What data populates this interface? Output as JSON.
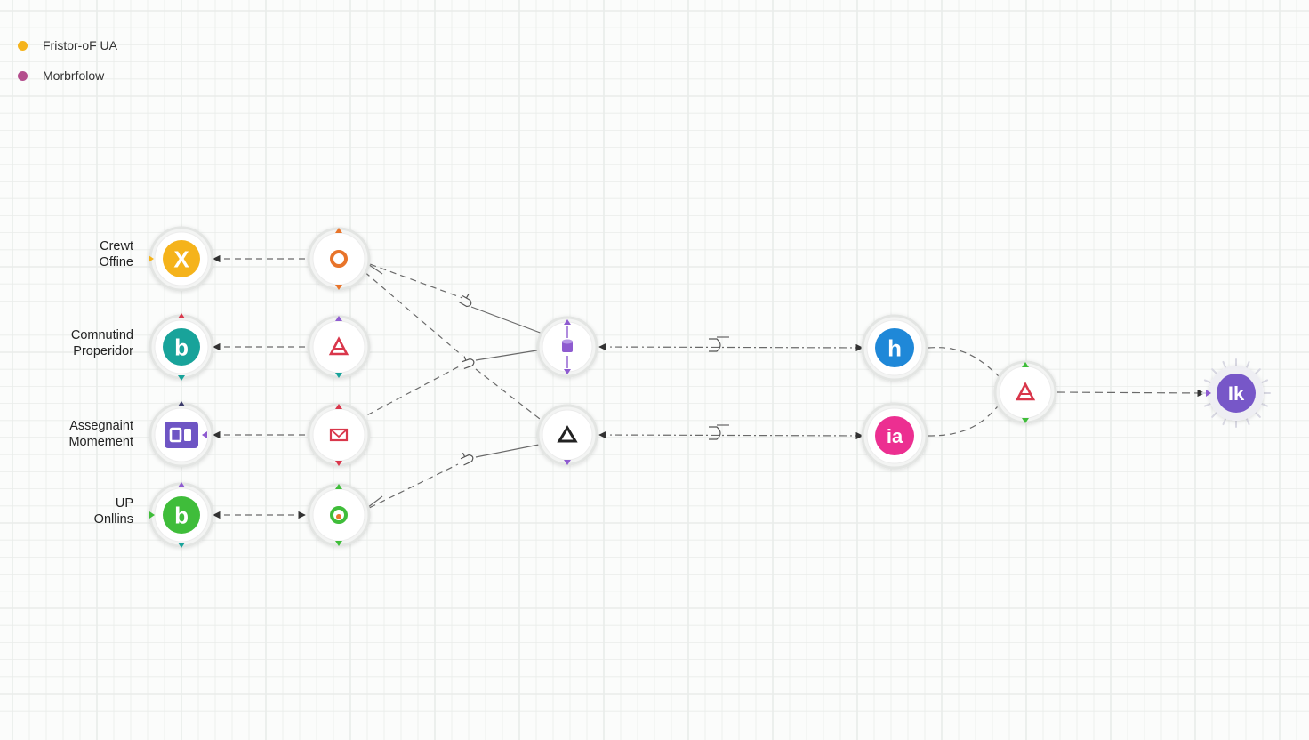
{
  "legend": [
    {
      "label": "Fristor-oF UA",
      "color": "#f5b31b"
    },
    {
      "label": "Morbrfolow",
      "color": "#b34d8c"
    }
  ],
  "rows": [
    {
      "line1": "Crewt",
      "line2": "Offine"
    },
    {
      "line1": "Comnutind",
      "line2": "Properidor"
    },
    {
      "line1": "Assegnaint",
      "line2": "Momement"
    },
    {
      "line1": "UP",
      "line2": "Onllins"
    }
  ],
  "nodes": {
    "source_nodes": [
      {
        "glyph": "X",
        "color": "#f5b31b",
        "icon": "close-icon"
      },
      {
        "glyph": "b",
        "color": "#18a39a",
        "icon": "letter-b-icon"
      },
      {
        "glyph": "▣▯",
        "color": "#6e55c4",
        "icon": "window-icon"
      },
      {
        "glyph": "b",
        "color": "#3fbd3a",
        "icon": "letter-b-icon"
      }
    ],
    "processor_nodes": [
      {
        "icon": "ring-icon",
        "accent": "#e8742a"
      },
      {
        "icon": "warning-icon",
        "accent": "#d9374b"
      },
      {
        "icon": "mail-icon",
        "accent": "#d9374b"
      },
      {
        "icon": "ring-icon",
        "accent": "#3fbd3a"
      }
    ],
    "merge_nodes": [
      {
        "icon": "cylinder-icon",
        "accent": "#8e5bd0"
      },
      {
        "icon": "triangle-icon",
        "accent": "#222222"
      }
    ],
    "output_nodes": [
      {
        "glyph": "h",
        "color": "#1f88d8",
        "icon": "letter-h-icon"
      },
      {
        "glyph": "iа",
        "color": "#ec2f91",
        "icon": "letters-ia-icon"
      }
    ],
    "join_node": {
      "icon": "warning-icon",
      "accent": "#d9374b"
    },
    "final_node": {
      "glyph": "Ik",
      "color": "#7757c8",
      "icon": "letters-ik-icon"
    }
  },
  "colors": {
    "grid": "#e9ecea",
    "edge": "#6a6a6a",
    "ring": "#e3e5e3"
  }
}
